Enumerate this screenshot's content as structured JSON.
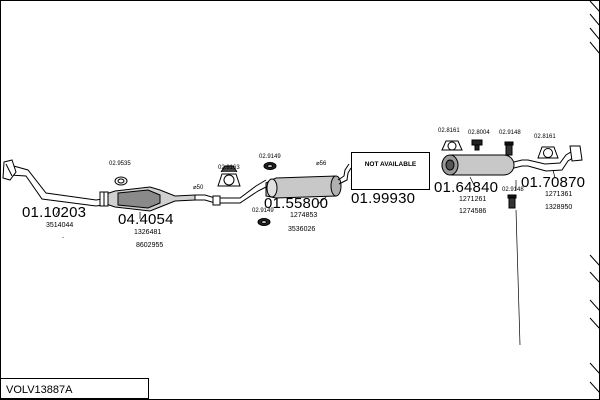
{
  "diagram": {
    "parts": [
      {
        "number": "01.10203",
        "refs": [
          "3514044"
        ]
      },
      {
        "number": "04.4054",
        "refs": [
          "1326481",
          "8602955"
        ]
      },
      {
        "number": "01.55800",
        "refs": [
          "1274853",
          "3536026"
        ]
      },
      {
        "number": "01.99930",
        "refs": []
      },
      {
        "number": "01.64840",
        "refs": [
          "1271261",
          "1274586"
        ]
      },
      {
        "number": "01.70870",
        "refs": [
          "1271361",
          "1328950"
        ]
      }
    ],
    "accessories": {
      "a1": "02.9535",
      "a2": "02.8163",
      "a3": "02.9149",
      "a4": "02.9149",
      "a5": "02.8161",
      "a6": "02.8004",
      "a7": "02.9148",
      "a8": "02.8161",
      "a9": "02.9148"
    },
    "diameters": {
      "d1": "⌀50",
      "d2": "⌀56"
    },
    "dash": "-",
    "not_available": "NOT AVAILABLE"
  },
  "footer": {
    "code": "VOLV13887A"
  }
}
